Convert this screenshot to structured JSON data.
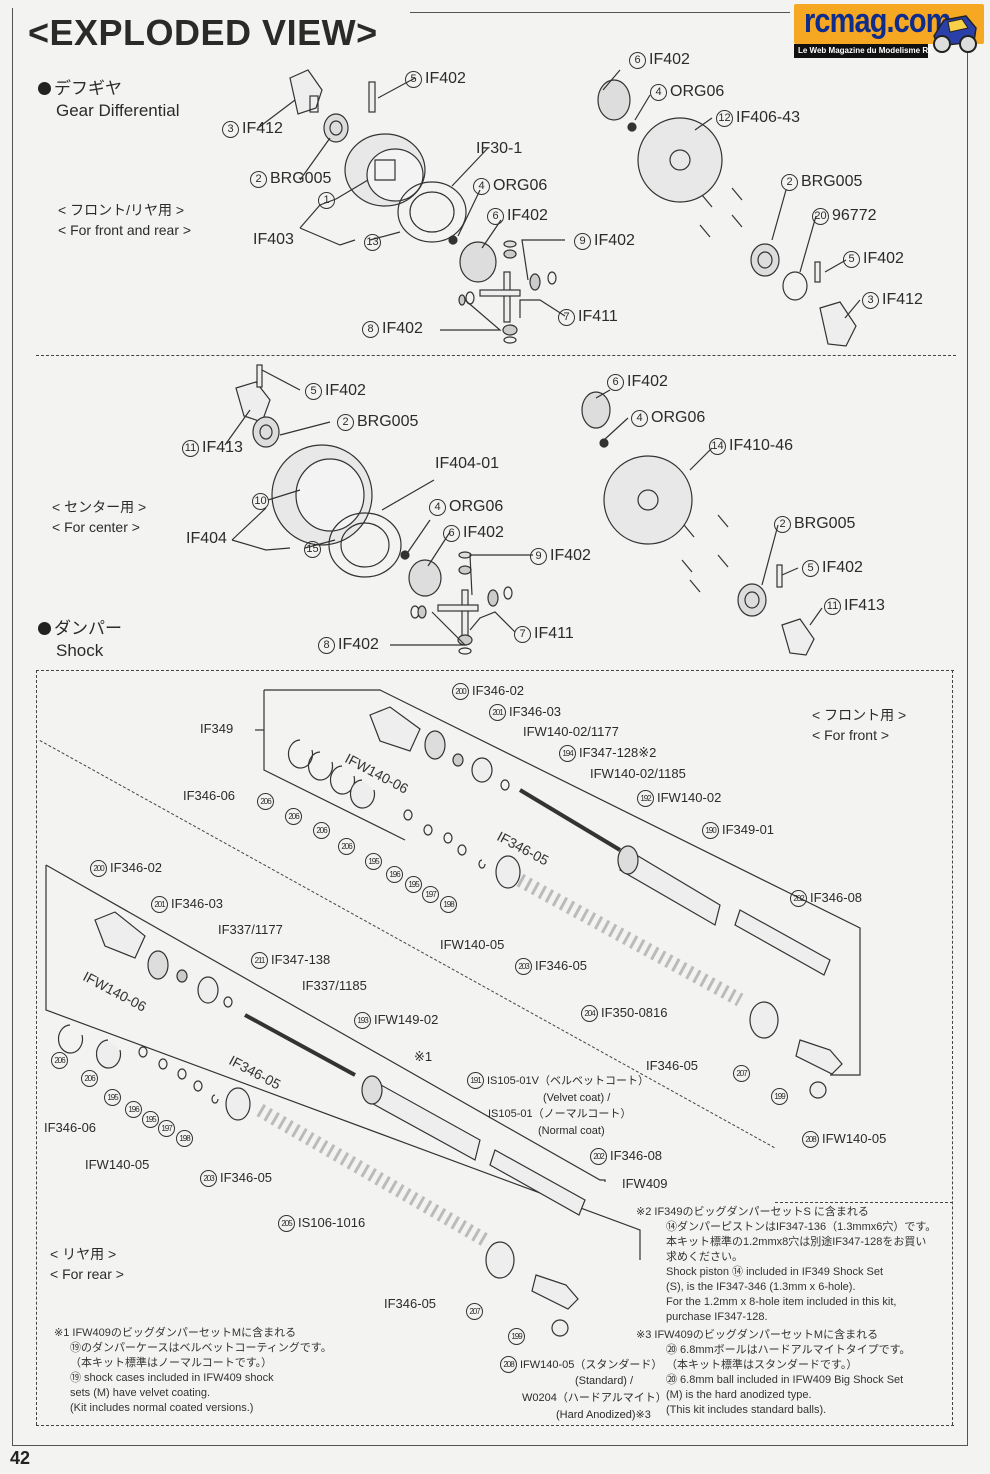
{
  "page": {
    "title": "<EXPLODED VIEW>",
    "page_number": "42"
  },
  "logo": {
    "name": "rcmag.com",
    "tagline": "Le Web Magazine du Modelisme RC",
    "colors": {
      "background": "#f7a823",
      "text": "#0d2c8c",
      "bar": "#111111"
    }
  },
  "gear_diff": {
    "heading_jp": "デフギヤ",
    "heading_en": "Gear Differential",
    "front_rear": {
      "sub_jp": "< フロント/リヤ用 >",
      "sub_en": "< For front and rear >",
      "callouts": [
        {
          "num": "5",
          "part": "IF402"
        },
        {
          "num": "3",
          "part": "IF412"
        },
        {
          "num": "2",
          "part": "BRG005"
        },
        {
          "num": "1",
          "part": ""
        },
        {
          "num": "",
          "part": "IF403"
        },
        {
          "num": "13",
          "part": ""
        },
        {
          "num": "",
          "part": "IF30-1"
        },
        {
          "num": "4",
          "part": "ORG06"
        },
        {
          "num": "6",
          "part": "IF402"
        },
        {
          "num": "9",
          "part": "IF402"
        },
        {
          "num": "7",
          "part": "IF411"
        },
        {
          "num": "8",
          "part": "IF402"
        },
        {
          "num": "6",
          "part": "IF402"
        },
        {
          "num": "4",
          "part": "ORG06"
        },
        {
          "num": "12",
          "part": "IF406-43"
        },
        {
          "num": "2",
          "part": "BRG005"
        },
        {
          "num": "20",
          "part": "96772"
        },
        {
          "num": "5",
          "part": "IF402"
        },
        {
          "num": "3",
          "part": "IF412"
        }
      ]
    },
    "center": {
      "sub_jp": "< センター用 >",
      "sub_en": "< For center >",
      "callouts": [
        {
          "num": "5",
          "part": "IF402"
        },
        {
          "num": "2",
          "part": "BRG005"
        },
        {
          "num": "11",
          "part": "IF413"
        },
        {
          "num": "",
          "part": "IF404-01"
        },
        {
          "num": "10",
          "part": ""
        },
        {
          "num": "",
          "part": "IF404"
        },
        {
          "num": "15",
          "part": ""
        },
        {
          "num": "4",
          "part": "ORG06"
        },
        {
          "num": "6",
          "part": "IF402"
        },
        {
          "num": "9",
          "part": "IF402"
        },
        {
          "num": "7",
          "part": "IF411"
        },
        {
          "num": "8",
          "part": "IF402"
        },
        {
          "num": "6",
          "part": "IF402"
        },
        {
          "num": "4",
          "part": "ORG06"
        },
        {
          "num": "14",
          "part": "IF410-46"
        },
        {
          "num": "2",
          "part": "BRG005"
        },
        {
          "num": "5",
          "part": "IF402"
        },
        {
          "num": "11",
          "part": "IF413"
        }
      ]
    }
  },
  "shock": {
    "heading_jp": "ダンパー",
    "heading_en": "Shock",
    "front": {
      "sub_jp": "< フロント用 >",
      "sub_en": "< For front >",
      "labels": {
        "if349": "IF349",
        "c200": {
          "num": "200",
          "part": "IF346-02"
        },
        "c201": {
          "num": "201",
          "part": "IF346-03"
        },
        "ifw_1177": "IFW140-02/1177",
        "c194": {
          "num": "194",
          "part": "IF347-128※2"
        },
        "ifw_1185": "IFW140-02/1185",
        "c192": {
          "num": "192",
          "part": "IFW140-02"
        },
        "ifw140_06": "IFW140-06",
        "if346_06": "IF346-06",
        "c190": {
          "num": "190",
          "part": "IF349-01"
        },
        "if346_05_rot": "IF346-05",
        "c202": {
          "num": "202",
          "part": "IF346-08"
        },
        "ifw140_05": "IFW140-05",
        "c203": {
          "num": "203",
          "part": "IF346-05"
        },
        "c204": {
          "num": "204",
          "part": "IF350-0816"
        },
        "if346_05": "IF346-05",
        "c208": {
          "num": "208",
          "part": "IFW140-05"
        },
        "nums": [
          "206",
          "206",
          "206",
          "206",
          "195",
          "196",
          "195",
          "197",
          "198",
          "207",
          "199"
        ]
      }
    },
    "rear": {
      "sub_jp": "< リヤ用 >",
      "sub_en": "< For rear >",
      "labels": {
        "c200": {
          "num": "200",
          "part": "IF346-02"
        },
        "c201": {
          "num": "201",
          "part": "IF346-03"
        },
        "if337_1177": "IF337/1177",
        "c211": {
          "num": "211",
          "part": "IF347-138"
        },
        "if337_1185": "IF337/1185",
        "ifw140_06": "IFW140-06",
        "c193": {
          "num": "193",
          "part": "IFW149-02"
        },
        "note1_ref": "※1",
        "c191": {
          "num": "191",
          "part": "IS105-01V（ベルベットコート）"
        },
        "c191_l2": "(Velvet coat) /",
        "c191_l3": "IS105-01（ノーマルコート）",
        "c191_l4": "(Normal coat)",
        "if346_05_rot": "IF346-05",
        "if346_06": "IF346-06",
        "ifw140_05": "IFW140-05",
        "c203": {
          "num": "203",
          "part": "IF346-05"
        },
        "c202": {
          "num": "202",
          "part": "IF346-08"
        },
        "ifw409": "IFW409",
        "c205": {
          "num": "205",
          "part": "IS106-1016"
        },
        "if346_05": "IF346-05",
        "c208": {
          "num": "208",
          "part": "IFW140-05（スタンダード）"
        },
        "c208_l2": "(Standard) /",
        "c208_l3": "W0204（ハードアルマイト）",
        "c208_l4": "(Hard Anodized)※3",
        "nums": [
          "206",
          "206",
          "195",
          "196",
          "195",
          "197",
          "198",
          "207",
          "199"
        ]
      }
    }
  },
  "notes": {
    "note1": [
      "※1 IFW409のビッグダンパーセットMに含まれる",
      "⑲のダンパーケースはベルベットコーティングです。",
      "（本キット標準はノーマルコートです。）",
      "⑲ shock cases included in IFW409 shock",
      "sets (M) have velvet coating.",
      "(Kit includes normal coated versions.)"
    ],
    "note2": [
      "※2 IF349のビッグダンパーセットS に含まれる",
      "⑭ダンパーピストンはIF347-136（1.3mmx6穴）です。",
      "本キット標準の1.2mmx8穴は別途IF347-128をお買い",
      "求めください。",
      "Shock piston ⑭ included in IF349 Shock Set",
      "(S), is the IF347-346 (1.3mm x 6-hole).",
      "For the 1.2mm x 8-hole item included in this kit,",
      "purchase IF347-128."
    ],
    "note3": [
      "※3 IFW409のビッグダンパーセットMに含まれる",
      "⑳ 6.8mmボールはハードアルマイトタイプです。",
      "（本キット標準はスタンダードです。）",
      "⑳ 6.8mm ball included in IFW409 Big Shock Set",
      "(M) is the hard anodized type.",
      "(This kit includes standard balls)."
    ]
  }
}
